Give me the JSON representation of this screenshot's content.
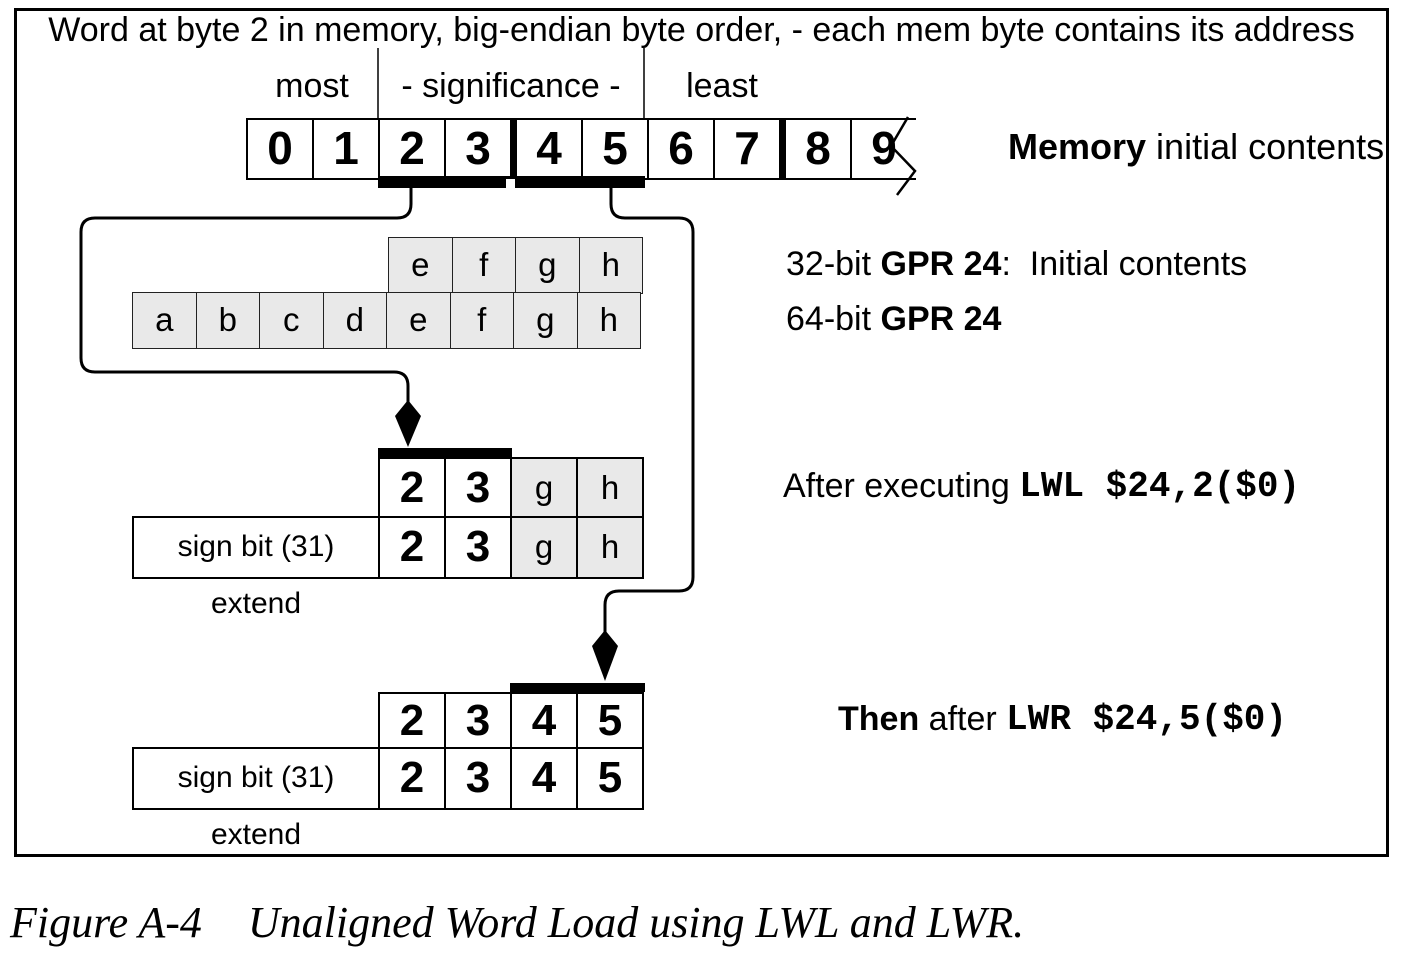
{
  "colors": {
    "ink": "#000000",
    "cell_gray": "#e9e9e9",
    "bg": "#ffffff"
  },
  "title": "Word at byte 2 in memory, big-endian byte order, - each mem byte contains its address",
  "labels": {
    "most": "most",
    "significance": "- significance -",
    "least": "least"
  },
  "memory": {
    "cells": [
      "0",
      "1",
      "2",
      "3",
      "4",
      "5",
      "6",
      "7",
      "8",
      "9"
    ],
    "label_bold": "Memory",
    "label_rest": " initial contents"
  },
  "gpr": {
    "row32": [
      "e",
      "f",
      "g",
      "h"
    ],
    "row64": [
      "a",
      "b",
      "c",
      "d",
      "e",
      "f",
      "g",
      "h"
    ],
    "bits32_prefix": "32-bit ",
    "bits32_name": "GPR 24",
    "bits32_suffix": ":  Initial contents",
    "bits64_prefix": "64-bit ",
    "bits64_name": "GPR 24"
  },
  "lwl": {
    "top": [
      "2",
      "3",
      "g",
      "h"
    ],
    "bottom": [
      "2",
      "3",
      "g",
      "h"
    ],
    "sign_label": "sign bit (31) extend",
    "caption_prefix": "After executing ",
    "instruction": "LWL $24,2($0)"
  },
  "lwr": {
    "top": [
      "2",
      "3",
      "4",
      "5"
    ],
    "bottom": [
      "2",
      "3",
      "4",
      "5"
    ],
    "sign_label": "sign bit (31) extend",
    "caption_bold": "Then",
    "caption_mid": " after ",
    "instruction": "LWR $24,5($0)"
  },
  "figure": {
    "number": "Figure A-4",
    "caption": "Unaligned Word Load using LWL and LWR."
  }
}
